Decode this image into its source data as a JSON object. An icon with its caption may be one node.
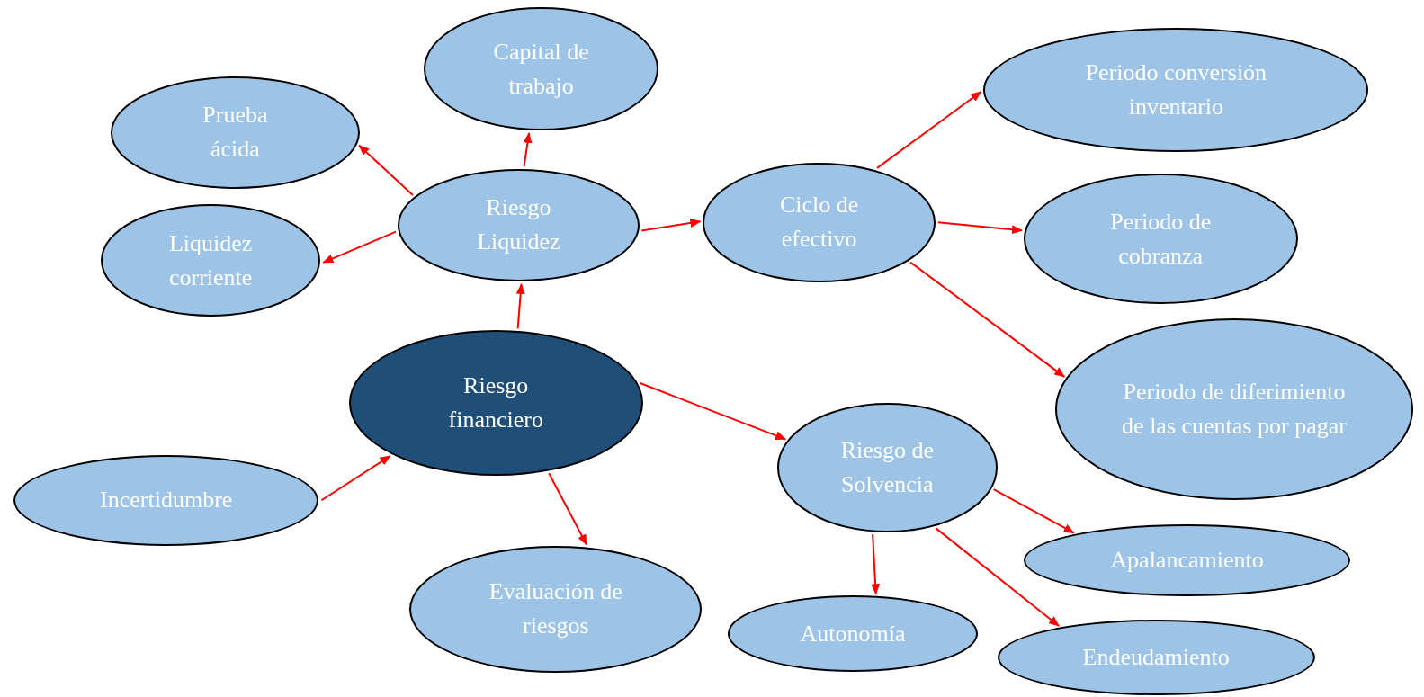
{
  "diagram": {
    "nodes": [
      {
        "text": [
          "Riesgo financiero"
        ]
      },
      {
        "text": [
          "Riesgo Liquidez"
        ]
      },
      {
        "text": [
          "Capital de trabajo"
        ]
      },
      {
        "text": [
          "Prueba ácida"
        ]
      },
      {
        "text": [
          "Liquidez corriente"
        ]
      },
      {
        "text": [
          "Ciclo de efectivo"
        ]
      },
      {
        "text": [
          "Periodo conversión inventario"
        ]
      },
      {
        "text": [
          "Periodo de cobranza"
        ]
      },
      {
        "text": [
          "Periodo de diferimiento de las cuentas por pagar"
        ]
      },
      {
        "text": [
          "Incertidumbre"
        ]
      },
      {
        "text": [
          "Evaluación de riesgos"
        ]
      },
      {
        "text": [
          "Riesgo de Solvencia"
        ]
      },
      {
        "text": [
          "Apalancamiento"
        ]
      },
      {
        "text": [
          "Autonomía"
        ]
      },
      {
        "text": [
          "Endeudamiento"
        ]
      }
    ],
    "edges": [
      {
        "from": 0,
        "to": 1,
        "arrow": "to"
      },
      {
        "from": 1,
        "to": 2,
        "arrow": "to"
      },
      {
        "from": 1,
        "to": 3,
        "arrow": "to"
      },
      {
        "from": 1,
        "to": 4,
        "arrow": "to"
      },
      {
        "from": 1,
        "to": 5,
        "arrow": "to"
      },
      {
        "from": 5,
        "to": 6,
        "arrow": "to"
      },
      {
        "from": 5,
        "to": 7,
        "arrow": "to"
      },
      {
        "from": 5,
        "to": 8,
        "arrow": "to"
      },
      {
        "from": 0,
        "to": 11,
        "arrow": "to"
      },
      {
        "from": 9,
        "to": 0,
        "arrow": "to"
      },
      {
        "from": 0,
        "to": 10,
        "arrow": "to"
      },
      {
        "from": 11,
        "to": 12,
        "arrow": "to"
      },
      {
        "from": 11,
        "to": 13,
        "arrow": "to"
      },
      {
        "from": 11,
        "to": 14,
        "arrow": "to"
      }
    ]
  }
}
